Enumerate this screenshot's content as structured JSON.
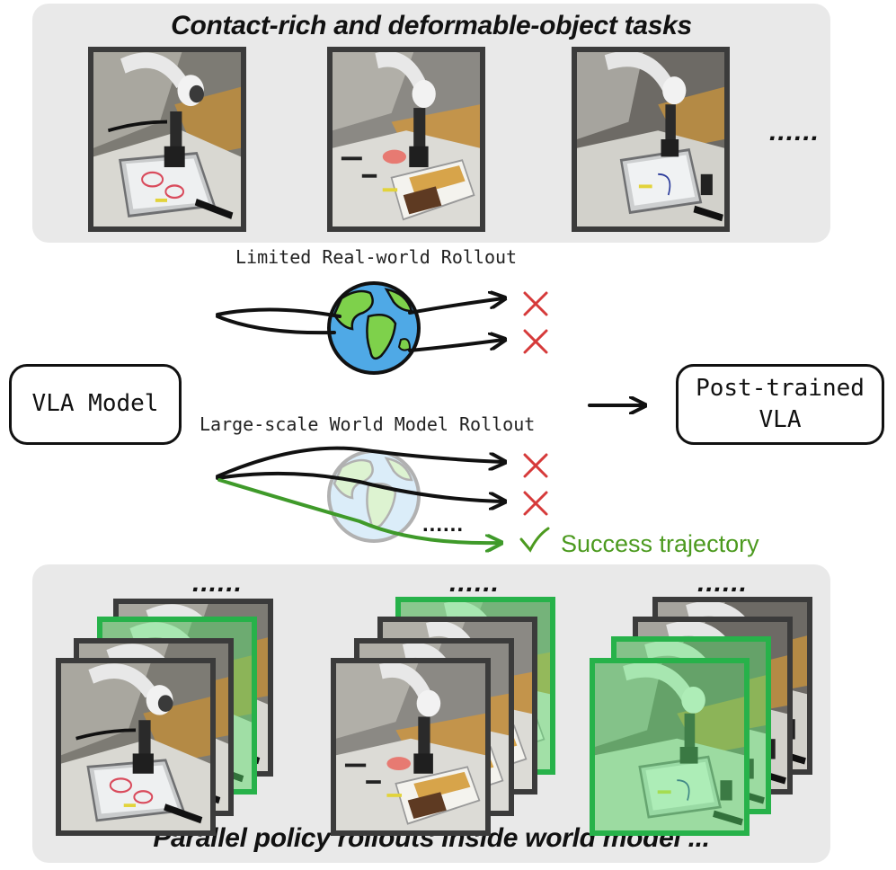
{
  "top_panel": {
    "title": "Contact-rich and deformable-object tasks",
    "ellipsis": "......"
  },
  "middle": {
    "real_rollout_label": "Limited Real-world Rollout",
    "world_rollout_label": "Large-scale World Model Rollout",
    "vla_model": "VLA Model",
    "post_trained": "Post-trained\nVLA",
    "rollout_ellipsis": "......",
    "success_label": "Success trajectory"
  },
  "bottom_panel": {
    "title": "Parallel policy rollouts inside world model ...",
    "ellipsis": "......"
  },
  "colors": {
    "panel": "#e9e9e9",
    "frame": "#3b3b3b",
    "success": "#27b24a",
    "fail": "#d63a3a",
    "success_text": "#4c9a1f"
  },
  "icons": [
    "globe-icon",
    "cross-icon",
    "check-icon",
    "arrow-icon"
  ]
}
